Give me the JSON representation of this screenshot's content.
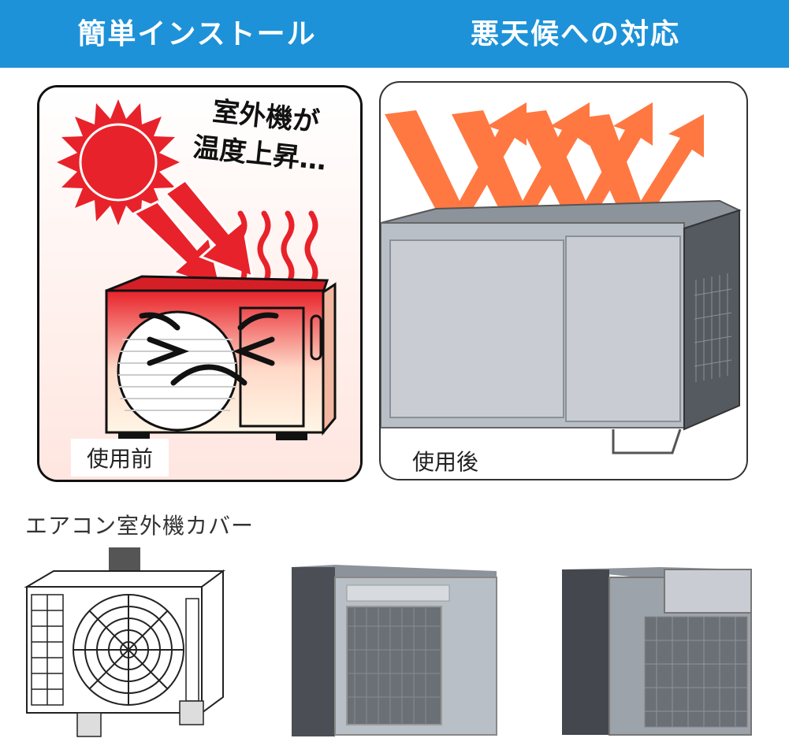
{
  "banner": {
    "left_title": "簡単インストール",
    "right_title": "悪天候への対応"
  },
  "before_panel": {
    "bubble_line1": "室外機が",
    "bubble_line2": "温度上昇…",
    "tag": "使用前"
  },
  "after_panel": {
    "tag": "使用後"
  },
  "bottom": {
    "caption": "エアコン室外機カバー"
  },
  "colors": {
    "banner": "#1d92d8",
    "sun": "#e8222a",
    "heat_arrow": "#ff6a2e",
    "cover": "#b9bfc6",
    "cover_dark": "#555a60"
  }
}
